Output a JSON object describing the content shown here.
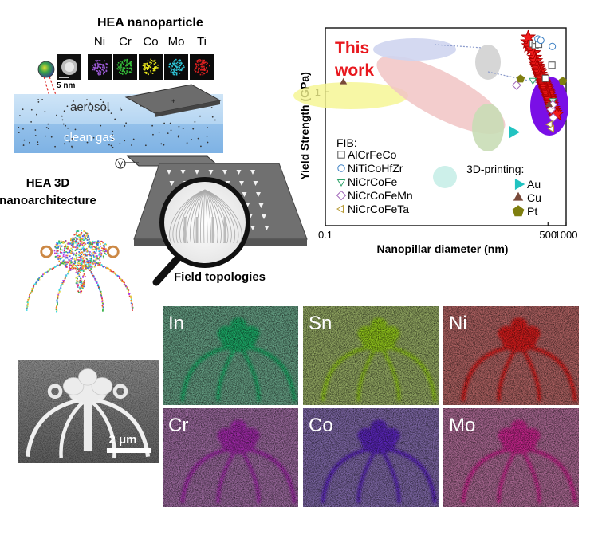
{
  "schematic": {
    "title": "HEA nanoparticle",
    "elements": [
      "Ni",
      "Cr",
      "Co",
      "Mo",
      "Ti"
    ],
    "element_colors": [
      "#9b59d6",
      "#36c23a",
      "#e8e51c",
      "#2ec4d6",
      "#e02020"
    ],
    "scale": "5 nm",
    "aerosol": "aerosol",
    "clean_gas": "clean gas",
    "voltage": "V",
    "arch_title_1": "HEA 3D",
    "arch_title_2": "nanoarchitecture",
    "field": "Field topologies"
  },
  "chart_data": {
    "type": "scatter",
    "xscale": "log",
    "yscale": "log",
    "xlabel": "Nanopillar diameter (nm)",
    "ylabel": "Yield Strength (GPa)",
    "xlim": [
      0.1,
      1000
    ],
    "ylim": [
      0.1,
      3
    ],
    "x_ticks": [
      "0.1",
      "500",
      "1000"
    ],
    "y_ticks": [
      "1"
    ],
    "highlight_text": [
      "This",
      "work"
    ],
    "fib_title": "FIB:",
    "print_title": "3D-printing:",
    "series": [
      {
        "name": "AlCrFeCo",
        "marker": "square",
        "points": [
          [
            280,
            2.28
          ],
          [
            305,
            2.22
          ],
          [
            318,
            2.42
          ],
          [
            350,
            2.26
          ],
          [
            455,
            1.26
          ],
          [
            580,
            1.58
          ]
        ]
      },
      {
        "name": "NiTiCoHfZr",
        "marker": "circle",
        "points": [
          [
            340,
            2.48
          ],
          [
            380,
            2.42
          ],
          [
            590,
            2.18
          ]
        ]
      },
      {
        "name": "NiCrCoFe",
        "marker": "triangle-down",
        "points": [
          [
            280,
            1.22
          ],
          [
            600,
            0.86
          ]
        ]
      },
      {
        "name": "NiCrCoFeMn",
        "marker": "diamond",
        "points": [
          [
            150,
            1.12
          ],
          [
            565,
            0.74
          ],
          [
            600,
            0.8
          ],
          [
            610,
            0.64
          ]
        ]
      },
      {
        "name": "NiCrCoFeTa",
        "marker": "triangle-left",
        "points": [
          [
            540,
            0.57
          ],
          [
            580,
            0.53
          ]
        ]
      },
      {
        "name": "Au",
        "marker": "triangle-right",
        "points": [
          [
            130,
            0.5
          ]
        ]
      },
      {
        "name": "Cu",
        "marker": "triangle-up",
        "points": [
          [
            0.2,
            1.18
          ],
          [
            520,
            0.8
          ]
        ]
      },
      {
        "name": "Pt",
        "marker": "pentagon",
        "points": [
          [
            175,
            1.25
          ],
          [
            880,
            1.2
          ]
        ]
      },
      {
        "name": "This work",
        "marker": "star",
        "points": [
          [
            230,
            2.35
          ],
          [
            240,
            2.2
          ],
          [
            235,
            2.55
          ],
          [
            265,
            2.1
          ],
          [
            290,
            1.95
          ],
          [
            300,
            1.8
          ],
          [
            310,
            1.7
          ],
          [
            320,
            1.6
          ],
          [
            330,
            1.55
          ],
          [
            340,
            1.5
          ],
          [
            350,
            1.45
          ],
          [
            360,
            1.4
          ],
          [
            370,
            1.35
          ],
          [
            380,
            1.3
          ],
          [
            390,
            1.28
          ],
          [
            400,
            1.25
          ],
          [
            410,
            1.2
          ],
          [
            420,
            1.18
          ],
          [
            430,
            1.15
          ],
          [
            440,
            1.12
          ],
          [
            450,
            1.1
          ],
          [
            460,
            1.08
          ],
          [
            470,
            1.05
          ],
          [
            480,
            1.02
          ],
          [
            490,
            1.0
          ],
          [
            500,
            0.98
          ],
          [
            510,
            0.95
          ],
          [
            520,
            0.92
          ],
          [
            530,
            0.9
          ],
          [
            540,
            0.88
          ],
          [
            550,
            0.85
          ],
          [
            560,
            0.82
          ],
          [
            570,
            0.8
          ],
          [
            580,
            0.78
          ],
          [
            600,
            0.75
          ],
          [
            620,
            0.72
          ],
          [
            650,
            0.7
          ],
          [
            700,
            0.68
          ]
        ]
      }
    ]
  },
  "maps": {
    "scale_bar": "2 μm",
    "panels": [
      {
        "label": "In",
        "color": "#1fa866"
      },
      {
        "label": "Sn",
        "color": "#8fc21c"
      },
      {
        "label": "Ni",
        "color": "#d11a1a"
      },
      {
        "label": "Cr",
        "color": "#9e2aa6"
      },
      {
        "label": "Co",
        "color": "#5a25b8"
      },
      {
        "label": "Mo",
        "color": "#c2278a"
      }
    ]
  }
}
